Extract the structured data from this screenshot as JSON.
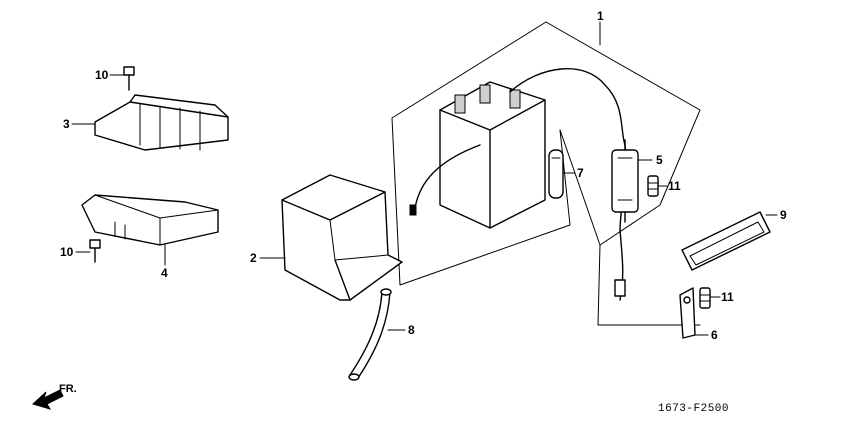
{
  "callouts": {
    "battery_assembly": "1",
    "battery_box": "2",
    "regulator_upper": "3",
    "regulator_lower": "4",
    "fuse_holder": "5",
    "battery_band_lower": "6",
    "tube_upper": "7",
    "breather_tube": "8",
    "battery_band": "9",
    "bolt_upper": "10",
    "bolt_lower": "10",
    "fuse_upper": "11",
    "fuse_lower": "11"
  },
  "direction_label": "FR.",
  "diagram_code": "1673-F2500"
}
